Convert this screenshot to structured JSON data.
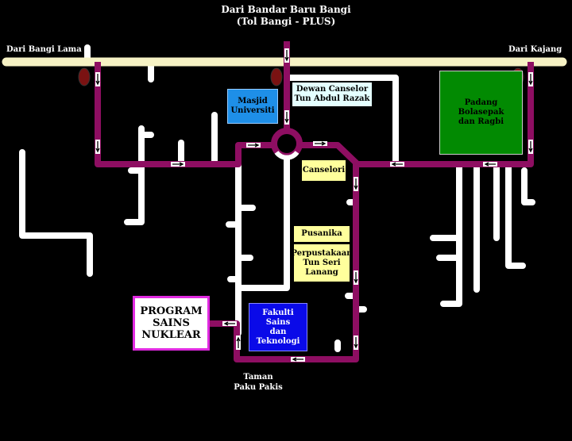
{
  "colors": {
    "route": "#8e0e62",
    "road": "#ffffff",
    "main_road": "#f6f2c4",
    "traffic_light": "#7a1212",
    "background": "#000000"
  },
  "labels": {
    "top_line1": "Dari Bandar Baru Bangi",
    "top_line2": "(Tol Bangi - PLUS)",
    "left": "Dari Bangi Lama",
    "right": "Dari Kajang",
    "bottom_line1": "Taman",
    "bottom_line2": "Paku Pakis"
  },
  "places": {
    "masjid": {
      "lines": [
        "Masjid",
        "Universiti"
      ],
      "color": "#1e8fe8"
    },
    "dewan": {
      "lines": [
        "Dewan Canselor",
        "Tun Abdul Razak"
      ],
      "color": "#e4ffff"
    },
    "padang": {
      "lines": [
        "Padang",
        "Bolasepak",
        "dan Ragbi"
      ],
      "color": "#028a02"
    },
    "canselori": {
      "lines": [
        "Canselori"
      ],
      "color": "#ffff9c"
    },
    "pusanika": {
      "lines": [
        "Pusanika"
      ],
      "color": "#ffff9c"
    },
    "perpustakaan": {
      "lines": [
        "Perpustakaan",
        "Tun Seri",
        "Lanang"
      ],
      "color": "#ffff9c"
    },
    "fakulti": {
      "lines": [
        "Fakulti",
        "Sains",
        "dan",
        "Teknologi"
      ],
      "color": "#0a0ae8"
    },
    "program": {
      "lines": [
        "PROGRAM",
        "SAINS",
        "NUKLEAR"
      ],
      "color": "#ffffff",
      "border": "#e02ae0"
    }
  },
  "icons": [
    "traffic-light-icon",
    "direction-arrow-icon"
  ]
}
